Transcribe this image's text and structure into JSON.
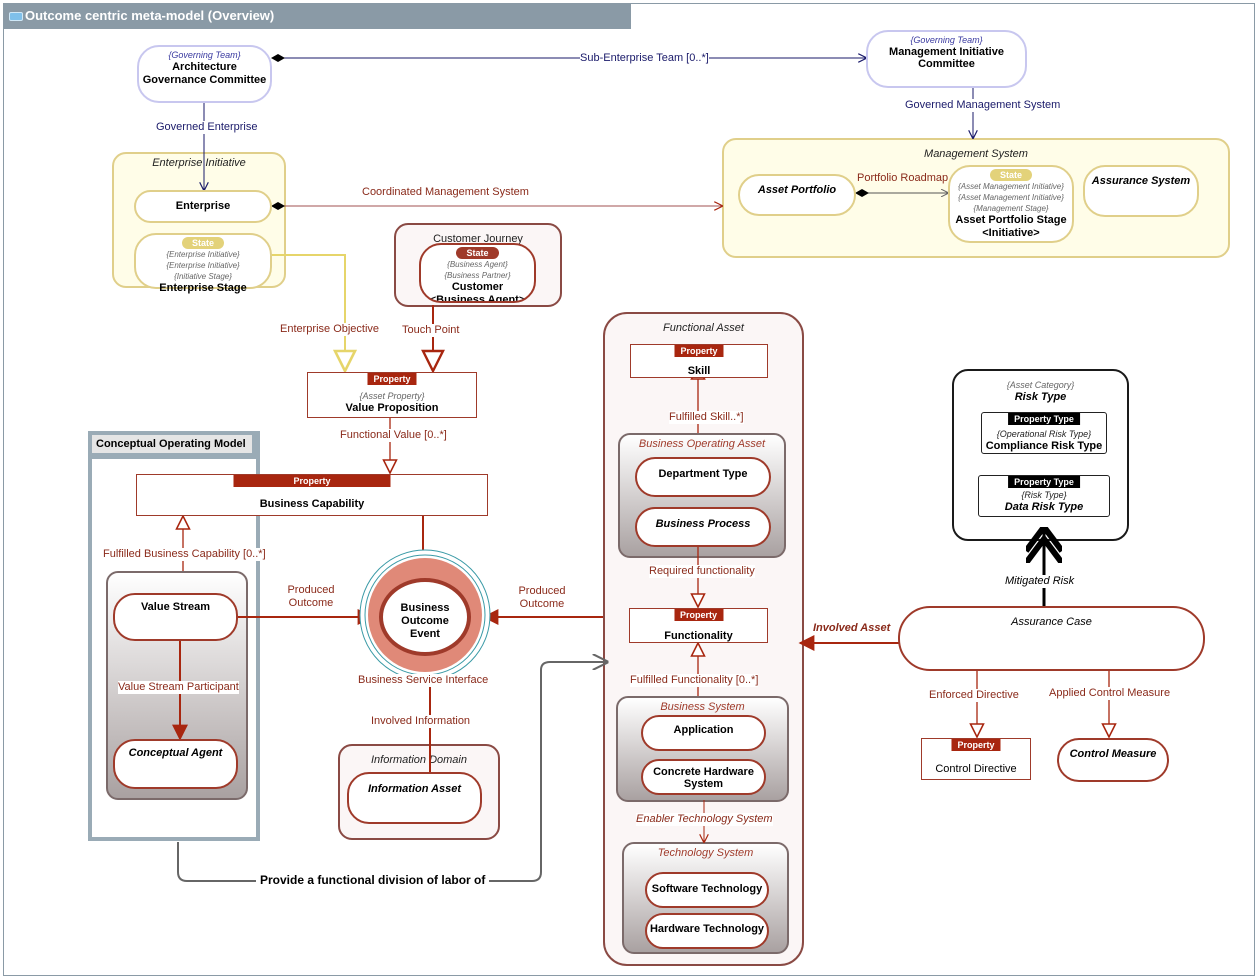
{
  "title": "Outcome centric meta-model (Overview)",
  "nodes": {
    "arch_committee": {
      "stereotype": "{Governing Team}",
      "label": "Architecture Governance Committee"
    },
    "mgmt_committee": {
      "stereotype": "{Governing Team}",
      "label": "Management Initiative Committee"
    },
    "enterprise_initiative": {
      "title": "Enterprise Initiative"
    },
    "enterprise": {
      "label": "Enterprise"
    },
    "enterprise_stage": {
      "state": "State",
      "stereo1": "{Enterprise Initiative}",
      "stereo2": "{Enterprise Initiative}",
      "stereo3": "{Initiative Stage}",
      "label": "Enterprise Stage"
    },
    "management_system": {
      "title": "Management System"
    },
    "asset_portfolio": {
      "label": "Asset Portfolio"
    },
    "asset_portfolio_stage": {
      "state": "State",
      "stereo1": "{Asset Management Initiative}",
      "stereo2": "{Asset Management Initiative}",
      "stereo3": "{Management Stage}",
      "label": "Asset Portfolio Stage",
      "label2": "<Initiative>"
    },
    "assurance_system": {
      "label": "Assurance System"
    },
    "customer_journey": {
      "title": "Customer Journey",
      "state": "State",
      "stereo1": "{Business Agent}",
      "stereo2": "{Business Partner}",
      "label": "Customer",
      "label2": "<Business Agent>"
    },
    "value_proposition": {
      "tag": "Property",
      "stereotype": "{Asset Property}",
      "label": "Value Proposition"
    },
    "business_capability": {
      "tag": "Property",
      "label": "Business Capability"
    },
    "com": {
      "title": "Conceptual Operating Model"
    },
    "value_stream": {
      "label": "Value Stream"
    },
    "conceptual_agent": {
      "label": "Conceptual Agent"
    },
    "business_outcome_event": {
      "label": "Business Outcome Event"
    },
    "information_domain": {
      "title": "Information Domain"
    },
    "information_asset": {
      "label": "Information Asset"
    },
    "functional_asset": {
      "title": "Functional Asset"
    },
    "skill": {
      "tag": "Property",
      "label": "Skill"
    },
    "business_operating_asset": {
      "title": "Business Operating Asset"
    },
    "department_type": {
      "label": "Department Type"
    },
    "business_process": {
      "label": "Business Process"
    },
    "functionality": {
      "tag": "Property",
      "label": "Functionality"
    },
    "business_system": {
      "title": "Business System"
    },
    "application": {
      "label": "Application"
    },
    "concrete_hardware_system": {
      "label": "Concrete Hardware System"
    },
    "technology_system": {
      "title": "Technology System"
    },
    "software_technology": {
      "label": "Software Technology"
    },
    "hardware_technology": {
      "label": "Hardware Technology"
    },
    "risk_type": {
      "stereotype": "{Asset Category}",
      "label": "Risk Type"
    },
    "compliance_risk_type": {
      "tag": "Property Type",
      "stereotype": "{Operational Risk Type}",
      "label": "Compliance Risk Type"
    },
    "data_risk_type": {
      "tag": "Property Type",
      "stereotype": "{Risk Type}",
      "label": "Data Risk Type"
    },
    "assurance_case": {
      "label": "Assurance Case"
    },
    "control_directive": {
      "tag": "Property",
      "label": "Control Directive"
    },
    "control_measure": {
      "label": "Control Measure"
    }
  },
  "edges": {
    "sub_enterprise_team": "Sub-Enterprise Team [0..*]",
    "governed_enterprise": "Governed Enterprise",
    "governed_management_system": "Governed Management System",
    "coordinated_management_system": "Coordinated Management System",
    "portfolio_roadmap": "Portfolio Roadmap",
    "enterprise_objective": "Enterprise Objective",
    "touch_point": "Touch Point",
    "functional_value": "Functional Value [0..*]",
    "fulfilled_business_capability": "Fulfilled Business Capability [0..*]",
    "produced_outcome_left": "Produced Outcome",
    "produced_outcome_right": "Produced Outcome",
    "value_stream_participant": "Value Stream Participant",
    "business_service_interface": "Business Service Interface",
    "involved_information": "Involved Information",
    "fulfilled_skill": "Fulfilled Skill..*]",
    "required_functionality": "Required functionality",
    "fulfilled_functionality": "Fulfilled Functionality [0..*]",
    "enabler_technology_system": "Enabler Technology System",
    "involved_asset": "Involved Asset",
    "mitigated_risk": "Mitigated Risk",
    "enforced_directive": "Enforced Directive",
    "applied_control_measure": "Applied Control Measure",
    "provide_division": "Provide a functional division of labor of"
  }
}
